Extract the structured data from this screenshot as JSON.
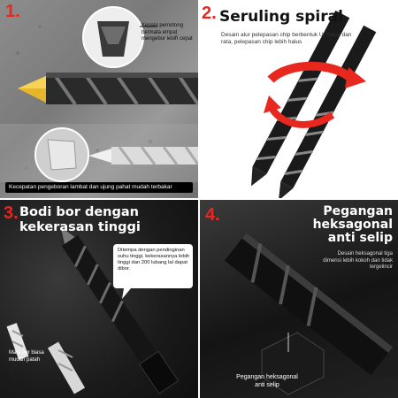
{
  "panels": {
    "p1": {
      "number": "1.",
      "callout": "Kepala pemotong bermata empat mengebor lebih cepat",
      "caption": "Kecepatan pengeboran lambat dan ujung pahat mudah terbakar"
    },
    "p2": {
      "number": "2.",
      "title": "Seruling spiral",
      "description": "Desain alur pelepasan chip berbentuk U, halus dan rata, pelepasan chip lebih halus"
    },
    "p3": {
      "number": "3.",
      "title_line1": "Bodi bor dengan",
      "title_line2": "kekerasan tinggi",
      "callout": "Ditempa dengan pendinginan suhu tinggi, kekerasannya lebih tinggi dan 200 lubang lal dapat dibor.",
      "bit_label": "Mata bor biasa mudah patah"
    },
    "p4": {
      "number": "4.",
      "title_line1": "Pegangan",
      "title_line2": "heksagonal",
      "title_line3": "anti selip",
      "description": "Desain heksagonal tiga dimensi lebih kokoh dan tidak tergelincir",
      "label_line1": "Pegangan heksagonal",
      "label_line2": "anti selip"
    }
  },
  "colors": {
    "accent": "#e8271f",
    "dark": "#111111",
    "gold": "#d9a21b"
  }
}
